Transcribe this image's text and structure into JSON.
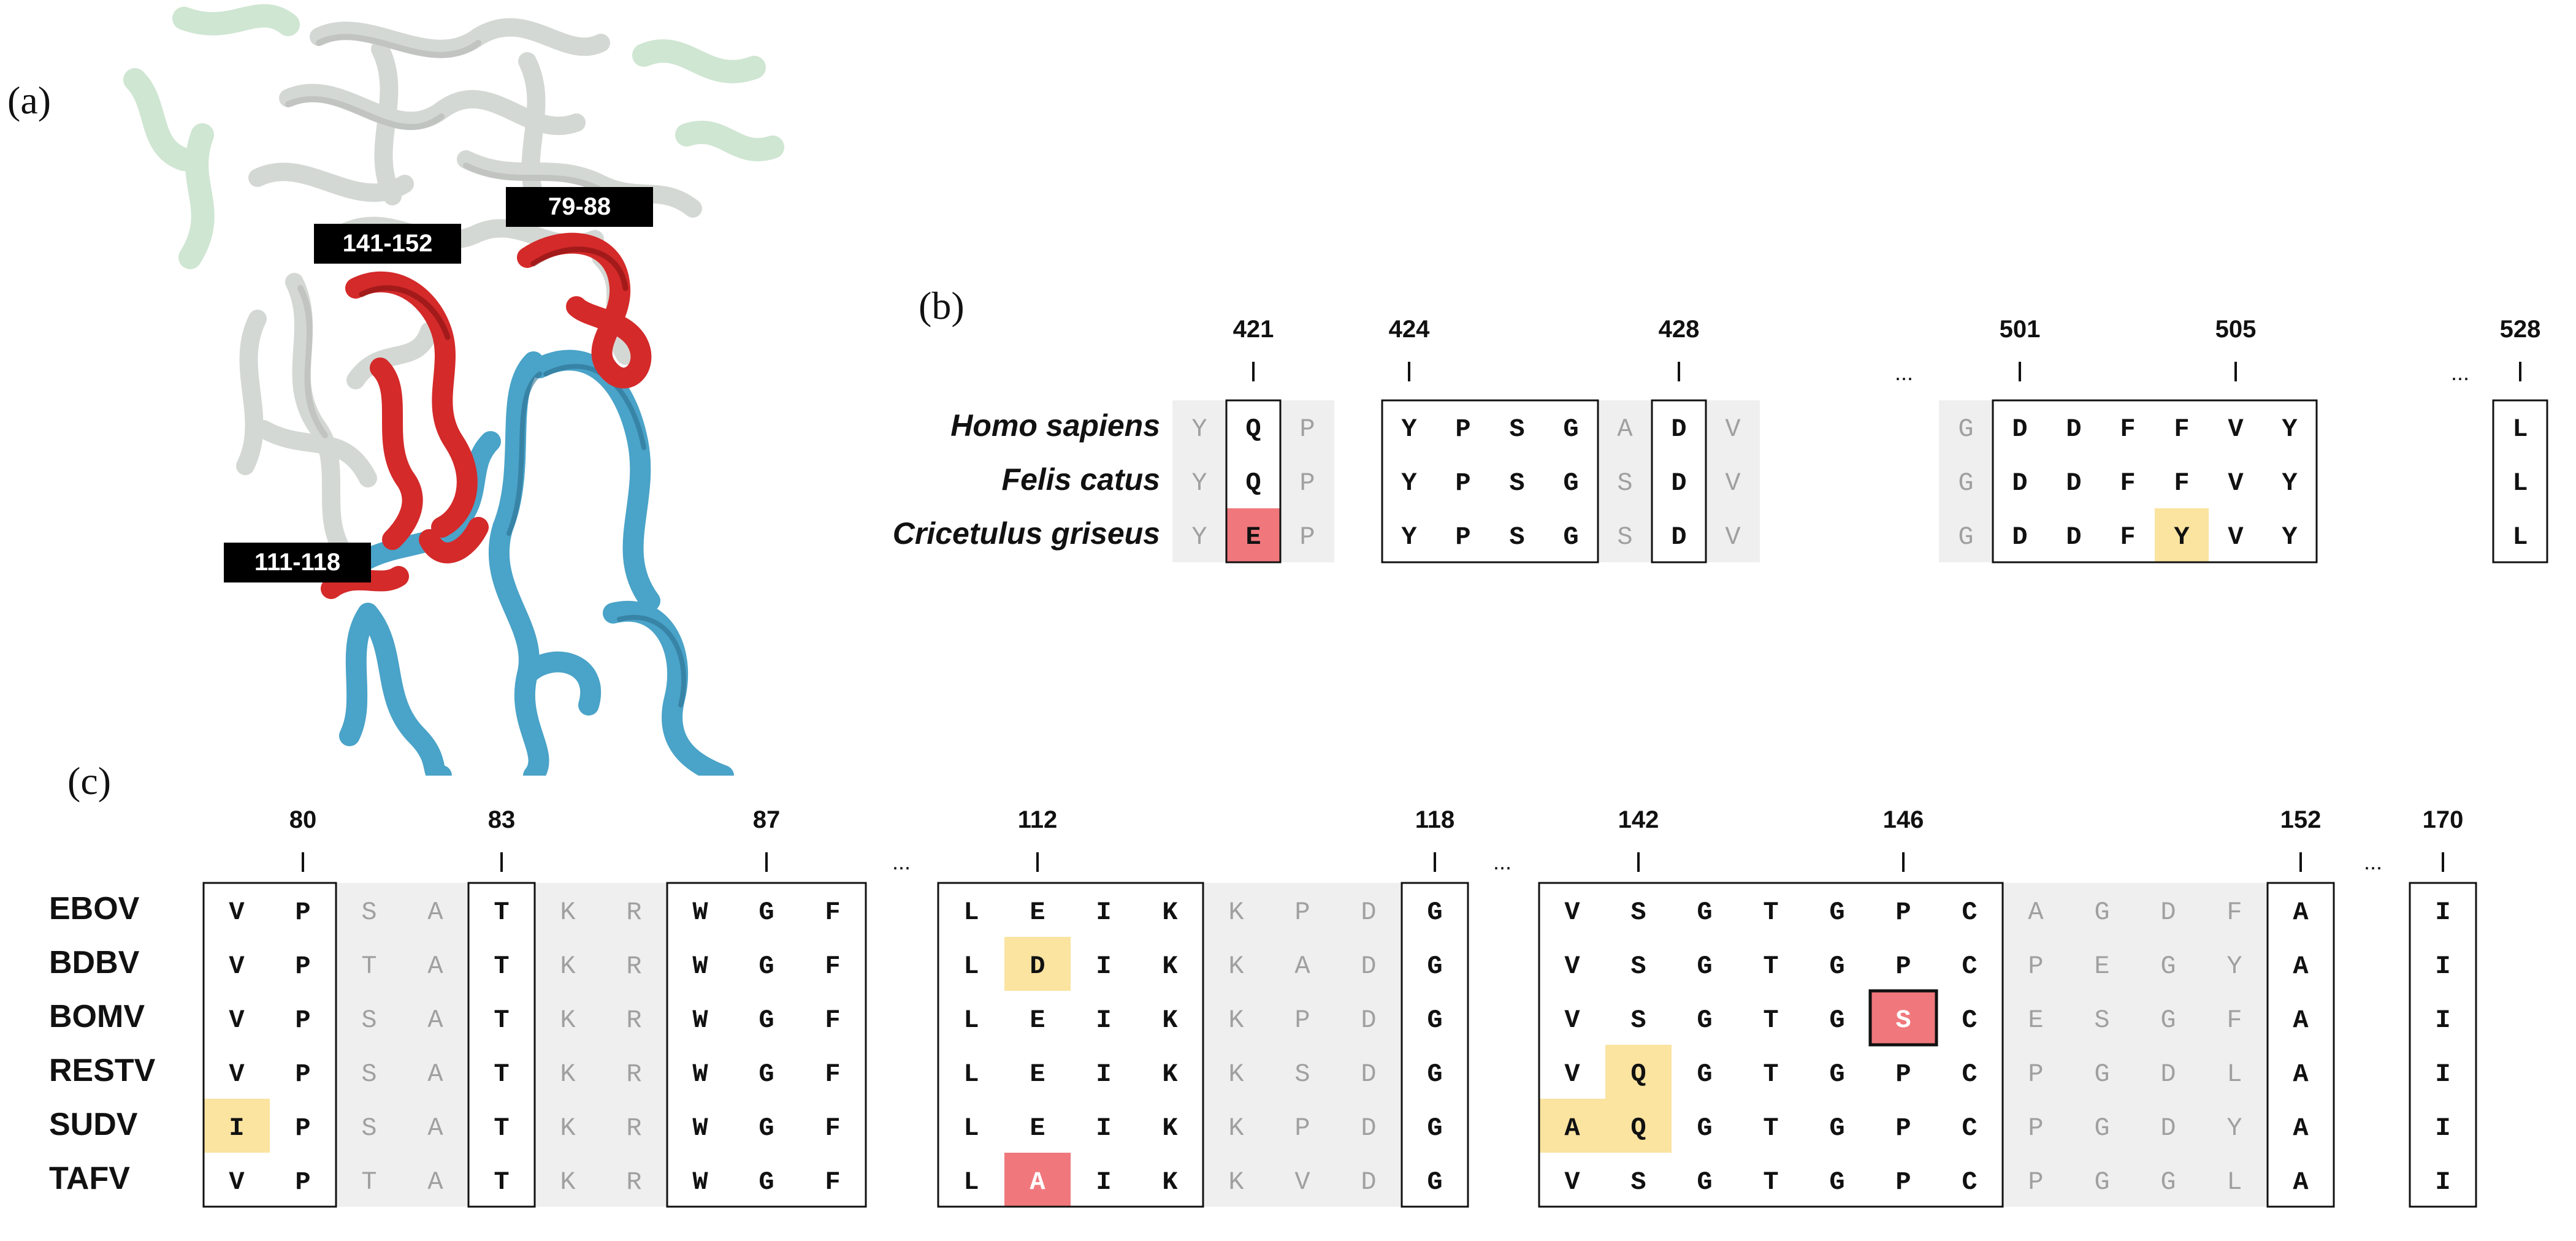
{
  "panels": {
    "a": {
      "label": "(a)",
      "region_labels": [
        "79-88",
        "141-152",
        "111-118"
      ],
      "colors": {
        "highlight": "#d42a2a",
        "receptor": "#4aa3c8",
        "protein": "#d8dcd8",
        "background_domain": "#cfe6d2"
      }
    },
    "b": {
      "label": "(b)",
      "positions": [
        {
          "col": 1,
          "label": "421"
        },
        {
          "col": 4,
          "label": "424"
        },
        {
          "col": 8,
          "label": "428"
        },
        {
          "col": 11,
          "label": "501"
        },
        {
          "col": 15,
          "label": "505"
        },
        {
          "col": 17,
          "label": "528"
        }
      ],
      "ellipsis_cols": [
        10,
        17
      ],
      "rows": [
        {
          "name": "Homo sapiens",
          "seq": [
            "Y",
            "Q",
            "P",
            "Y",
            "P",
            "S",
            "G",
            "A",
            "D",
            "V",
            "",
            "G",
            "D",
            "D",
            "F",
            "F",
            "V",
            "Y",
            "",
            "L"
          ]
        },
        {
          "name": "Felis catus",
          "seq": [
            "Y",
            "Q",
            "P",
            "Y",
            "P",
            "S",
            "G",
            "S",
            "D",
            "V",
            "",
            "G",
            "D",
            "D",
            "F",
            "F",
            "V",
            "Y",
            "",
            "L"
          ]
        },
        {
          "name": "Cricetulus griseus",
          "seq": [
            "Y",
            "E",
            "P",
            "Y",
            "P",
            "S",
            "G",
            "S",
            "D",
            "V",
            "",
            "G",
            "D",
            "D",
            "F",
            "Y",
            "V",
            "Y",
            "",
            "L"
          ]
        }
      ],
      "gray_cols": [
        0,
        2,
        7,
        9,
        11
      ],
      "boxes": [
        [
          1,
          1
        ],
        [
          3,
          6
        ],
        [
          8,
          8
        ],
        [
          12,
          17
        ],
        [
          19,
          19
        ]
      ],
      "highlights": [
        {
          "row": 2,
          "col": 1,
          "color": "#f0787c"
        },
        {
          "row": 2,
          "col": 15,
          "color": "#fbe3a0"
        }
      ]
    },
    "c": {
      "label": "(c)",
      "positions": [
        {
          "col": 1,
          "label": "80"
        },
        {
          "col": 4,
          "label": "83"
        },
        {
          "col": 8,
          "label": "87"
        },
        {
          "col": 12,
          "label": "112"
        },
        {
          "col": 18,
          "label": "118"
        },
        {
          "col": 21,
          "label": "142"
        },
        {
          "col": 25,
          "label": "146"
        },
        {
          "col": 32,
          "label": "152"
        },
        {
          "col": 35,
          "label": "170"
        }
      ],
      "ellipsis_after": [
        "...",
        "...",
        "..."
      ],
      "rows": [
        {
          "name": "EBOV",
          "seq": [
            "V",
            "P",
            "S",
            "A",
            "T",
            "K",
            "R",
            "W",
            "G",
            "F",
            "",
            "L",
            "E",
            "I",
            "K",
            "K",
            "P",
            "D",
            "G",
            "",
            "V",
            "S",
            "G",
            "T",
            "G",
            "P",
            "C",
            "A",
            "G",
            "D",
            "F",
            "A",
            "",
            "I"
          ]
        },
        {
          "name": "BDBV",
          "seq": [
            "V",
            "P",
            "T",
            "A",
            "T",
            "K",
            "R",
            "W",
            "G",
            "F",
            "",
            "L",
            "D",
            "I",
            "K",
            "K",
            "A",
            "D",
            "G",
            "",
            "V",
            "S",
            "G",
            "T",
            "G",
            "P",
            "C",
            "P",
            "E",
            "G",
            "Y",
            "A",
            "",
            "I"
          ]
        },
        {
          "name": "BOMV",
          "seq": [
            "V",
            "P",
            "S",
            "A",
            "T",
            "K",
            "R",
            "W",
            "G",
            "F",
            "",
            "L",
            "E",
            "I",
            "K",
            "K",
            "P",
            "D",
            "G",
            "",
            "V",
            "S",
            "G",
            "T",
            "G",
            "S",
            "C",
            "E",
            "S",
            "G",
            "F",
            "A",
            "",
            "I"
          ]
        },
        {
          "name": "RESTV",
          "seq": [
            "V",
            "P",
            "S",
            "A",
            "T",
            "K",
            "R",
            "W",
            "G",
            "F",
            "",
            "L",
            "E",
            "I",
            "K",
            "K",
            "S",
            "D",
            "G",
            "",
            "V",
            "Q",
            "G",
            "T",
            "G",
            "P",
            "C",
            "P",
            "G",
            "D",
            "L",
            "A",
            "",
            "I"
          ]
        },
        {
          "name": "SUDV",
          "seq": [
            "I",
            "P",
            "S",
            "A",
            "T",
            "K",
            "R",
            "W",
            "G",
            "F",
            "",
            "L",
            "E",
            "I",
            "K",
            "K",
            "P",
            "D",
            "G",
            "",
            "A",
            "Q",
            "G",
            "T",
            "G",
            "P",
            "C",
            "P",
            "G",
            "D",
            "Y",
            "A",
            "",
            "I"
          ]
        },
        {
          "name": "TAFV",
          "seq": [
            "V",
            "P",
            "T",
            "A",
            "T",
            "K",
            "R",
            "W",
            "G",
            "F",
            "",
            "L",
            "A",
            "I",
            "K",
            "K",
            "V",
            "D",
            "G",
            "",
            "V",
            "S",
            "G",
            "T",
            "G",
            "P",
            "C",
            "P",
            "G",
            "G",
            "L",
            "A",
            "",
            "I"
          ]
        }
      ],
      "highlights": [
        {
          "row": 4,
          "col": 0,
          "color": "#fbe3a0"
        },
        {
          "row": 1,
          "col": 12,
          "color": "#fbe3a0"
        },
        {
          "row": 5,
          "col": 12,
          "color": "#f0787c"
        },
        {
          "row": 2,
          "col": 25,
          "color": "#f0787c"
        },
        {
          "row": 3,
          "col": 21,
          "color": "#fbe3a0"
        },
        {
          "row": 4,
          "col": 20,
          "color": "#fbe3a0"
        },
        {
          "row": 4,
          "col": 21,
          "color": "#fbe3a0"
        }
      ]
    }
  }
}
